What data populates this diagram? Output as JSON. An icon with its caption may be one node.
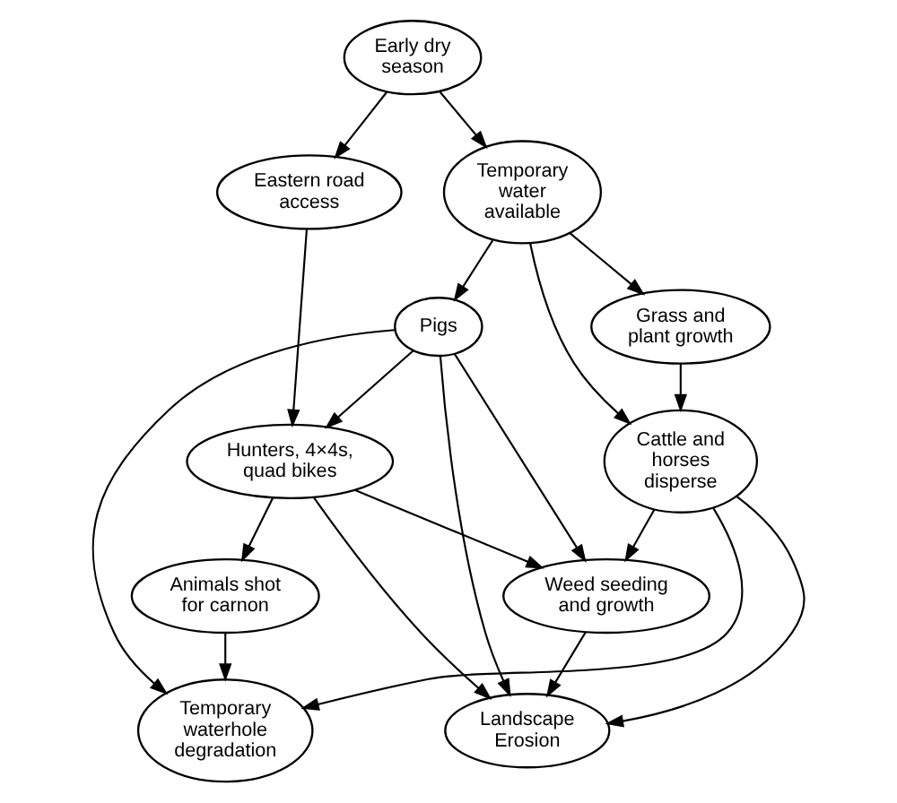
{
  "diagram": {
    "nodes": [
      {
        "text": [
          "Early dry season"
        ]
      },
      {
        "text": [
          "Temporary water available"
        ]
      },
      {
        "text": [
          "Eastern road access"
        ]
      },
      {
        "text": [
          "Grass and plant growth"
        ]
      },
      {
        "text": [
          "Pigs"
        ]
      },
      {
        "text": [
          "Hunters, 4×4s, quad bikes"
        ]
      },
      {
        "text": [
          "Cattle and horses disperse"
        ]
      },
      {
        "text": [
          "Weed seeding and growth"
        ]
      },
      {
        "text": [
          "Animals shot for carnon"
        ]
      },
      {
        "text": [
          "Landscape Erosion"
        ]
      },
      {
        "text": [
          "Temporary waterhole degradation"
        ]
      }
    ],
    "edges": [
      {
        "from": 0,
        "to": 1,
        "arrow": "to"
      },
      {
        "from": 0,
        "to": 2,
        "arrow": "to"
      },
      {
        "from": 1,
        "to": 3,
        "arrow": "to"
      },
      {
        "from": 1,
        "to": 6,
        "arrow": "to"
      },
      {
        "from": 1,
        "to": 4,
        "arrow": "to"
      },
      {
        "from": 2,
        "to": 5,
        "arrow": "to"
      },
      {
        "from": 3,
        "to": 6,
        "arrow": "to"
      },
      {
        "from": 4,
        "to": 5,
        "arrow": "to"
      },
      {
        "from": 4,
        "to": 7,
        "arrow": "to"
      },
      {
        "from": 4,
        "to": 9,
        "arrow": "to"
      },
      {
        "from": 4,
        "to": 10,
        "arrow": "to"
      },
      {
        "from": 5,
        "to": 7,
        "arrow": "to"
      },
      {
        "from": 5,
        "to": 9,
        "arrow": "to"
      },
      {
        "from": 5,
        "to": 8,
        "arrow": "to"
      },
      {
        "from": 6,
        "to": 7,
        "arrow": "to"
      },
      {
        "from": 6,
        "to": 9,
        "arrow": "to"
      },
      {
        "from": 6,
        "to": 10,
        "arrow": "to"
      },
      {
        "from": 7,
        "to": 9,
        "arrow": "to"
      },
      {
        "from": 8,
        "to": 10,
        "arrow": "to"
      }
    ]
  }
}
